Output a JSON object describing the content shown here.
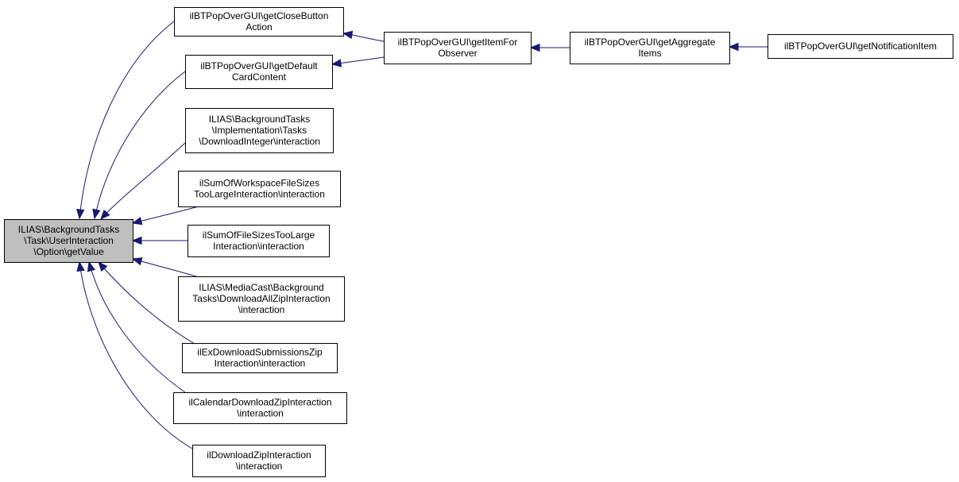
{
  "colors": {
    "edge": "#191970",
    "root_fill": "#bfbfbf",
    "node_fill": "#ffffff",
    "border": "#000000"
  },
  "nodes": [
    {
      "id": "root",
      "lines": [
        "ILIAS\\BackgroundTasks",
        "\\Task\\UserInteraction",
        "\\Option\\getValue"
      ]
    },
    {
      "id": "closeButton",
      "lines": [
        "ilBTPopOverGUI\\getCloseButton",
        "Action"
      ]
    },
    {
      "id": "defaultCard",
      "lines": [
        "ilBTPopOverGUI\\getDefault",
        "CardContent"
      ]
    },
    {
      "id": "downloadInteger",
      "lines": [
        "ILIAS\\BackgroundTasks",
        "\\Implementation\\Tasks",
        "\\DownloadInteger\\interaction"
      ]
    },
    {
      "id": "sumWorkspace",
      "lines": [
        "ilSumOfWorkspaceFileSizes",
        "TooLargeInteraction\\interaction"
      ]
    },
    {
      "id": "sumFile",
      "lines": [
        "ilSumOfFileSizesTooLarge",
        "Interaction\\interaction"
      ]
    },
    {
      "id": "mediaCast",
      "lines": [
        "ILIAS\\MediaCast\\Background",
        "Tasks\\DownloadAllZipInteraction",
        "\\interaction"
      ]
    },
    {
      "id": "exDownload",
      "lines": [
        "ilExDownloadSubmissionsZip",
        "Interaction\\interaction"
      ]
    },
    {
      "id": "calendar",
      "lines": [
        "ilCalendarDownloadZipInteraction",
        "\\interaction"
      ]
    },
    {
      "id": "downloadZip",
      "lines": [
        "ilDownloadZipInteraction",
        "\\interaction"
      ]
    },
    {
      "id": "itemForObserver",
      "lines": [
        "ilBTPopOverGUI\\getItemFor",
        "Observer"
      ]
    },
    {
      "id": "aggregate",
      "lines": [
        "ilBTPopOverGUI\\getAggregate",
        "Items"
      ]
    },
    {
      "id": "notification",
      "lines": [
        "ilBTPopOverGUI\\getNotificationItem"
      ]
    }
  ],
  "edges": [
    {
      "from": "closeButton",
      "to": "root"
    },
    {
      "from": "defaultCard",
      "to": "root"
    },
    {
      "from": "downloadInteger",
      "to": "root"
    },
    {
      "from": "sumWorkspace",
      "to": "root"
    },
    {
      "from": "sumFile",
      "to": "root"
    },
    {
      "from": "mediaCast",
      "to": "root"
    },
    {
      "from": "exDownload",
      "to": "root"
    },
    {
      "from": "calendar",
      "to": "root"
    },
    {
      "from": "downloadZip",
      "to": "root"
    },
    {
      "from": "itemForObserver",
      "to": "closeButton"
    },
    {
      "from": "itemForObserver",
      "to": "defaultCard"
    },
    {
      "from": "aggregate",
      "to": "itemForObserver"
    },
    {
      "from": "notification",
      "to": "aggregate"
    }
  ]
}
